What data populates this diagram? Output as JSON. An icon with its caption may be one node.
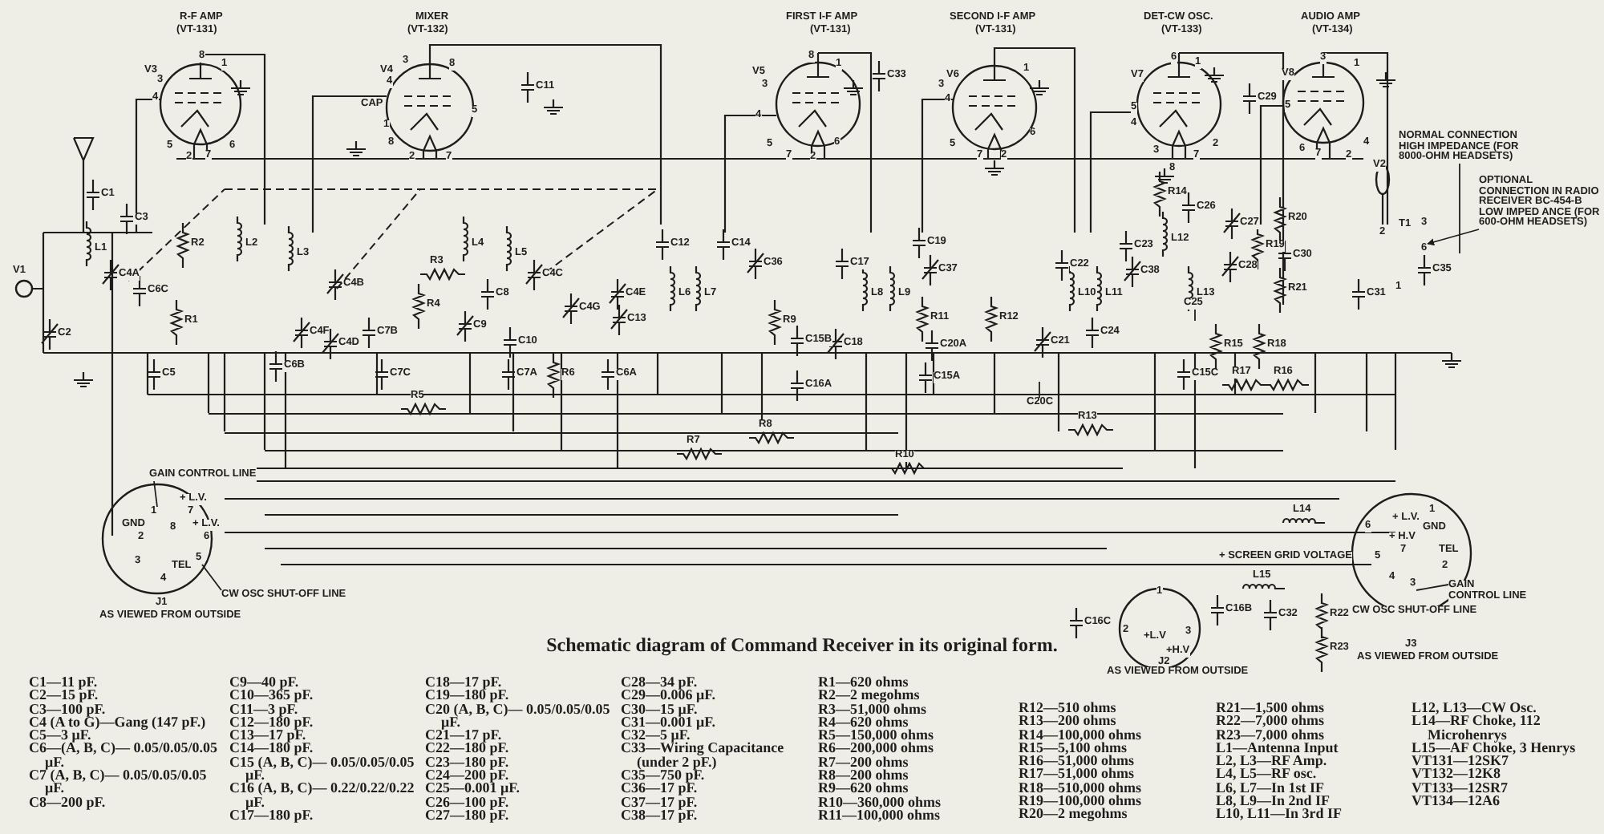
{
  "diagram": {
    "caption": "Schematic diagram of Command Receiver in its original form.",
    "nodes": [
      {
        "text": [
          "NORMAL CONNECTION HIGH IMPEDANCE (FOR 8000-OHM HEADSETS)"
        ]
      },
      {
        "text": [
          "OPTIONAL CONNECTION IN RADIO RECEIVER BC-454-B LOW IMPED ANCE (FOR 600-OHM HEADSETS)"
        ]
      },
      {
        "text": [
          "C25"
        ]
      },
      {
        "text": [
          "C20C"
        ]
      },
      {
        "text": [
          "GAIN CONTROL LINE"
        ]
      },
      {
        "text": [
          "CW OSC SHUT-OFF LINE"
        ]
      },
      {
        "text": [
          "GAIN CONTROL LINE"
        ]
      },
      {
        "text": [
          "6"
        ]
      },
      {
        "text": [
          "1"
        ]
      },
      {
        "text": [
          "5"
        ]
      },
      {
        "text": [
          "3"
        ]
      }
    ],
    "edges": [
      {
        "from": 0,
        "to": null,
        "arrow": "none"
      },
      {
        "from": 1,
        "to": 7,
        "arrow": "to"
      },
      {
        "from": 2,
        "to": null,
        "arrow": "none"
      },
      {
        "from": 3,
        "to": null,
        "arrow": "none"
      },
      {
        "from": 4,
        "to": 8,
        "arrow": "none"
      },
      {
        "from": 5,
        "to": 9,
        "arrow": "none"
      },
      {
        "from": 6,
        "to": 10,
        "arrow": "none"
      }
    ],
    "labels": [
      "R-F AMP",
      "(VT-131)",
      "MIXER",
      "(VT-132)",
      "FIRST I-F AMP",
      "(VT-131)",
      "SECOND I-F AMP",
      "(VT-131)",
      "DET-CW OSC.",
      "(VT-133)",
      "AUDIO AMP",
      "(VT-134)",
      "V3",
      "8",
      "1",
      "3",
      "4",
      "5",
      "2",
      "7",
      "6",
      "V4",
      "3",
      "8",
      "4",
      "CAP",
      "1",
      "5",
      "8",
      "2",
      "7",
      "C11",
      "V5",
      "8",
      "1",
      "3",
      "4",
      "5",
      "7",
      "2",
      "6",
      "C33",
      "V6",
      "3",
      "1",
      "4",
      "5",
      "7",
      "2",
      "6",
      "V7",
      "6",
      "1",
      "5",
      "4",
      "3",
      "7",
      "2",
      "8",
      "V8",
      "3",
      "1",
      "C29",
      "5",
      "6",
      "7",
      "2",
      "4",
      "V1",
      "C1",
      "C3",
      "L1",
      "C4A",
      "C6C",
      "R2",
      "R1",
      "C2",
      "C5",
      "L2",
      "L3",
      "C4B",
      "C6B",
      "C4F",
      "C4D",
      "C7B",
      "C7C",
      "R3",
      "R4",
      "L4",
      "L5",
      "C8",
      "C9",
      "C10",
      "C7A",
      "R6",
      "R5",
      "C4C",
      "C4G",
      "C4E",
      "C13",
      "C6A",
      "C12",
      "C14",
      "L6",
      "L7",
      "C36",
      "R9",
      "R7",
      "R8",
      "C17",
      "L8",
      "L9",
      "C19",
      "C37",
      "R11",
      "R12",
      "C15B",
      "C18",
      "C16A",
      "C20A",
      "C15A",
      "C21",
      "C22",
      "L10",
      "L11",
      "C23",
      "C38",
      "C24",
      "L12",
      "L13",
      "R14",
      "C26",
      "C27",
      "C28",
      "R19",
      "R15",
      "R18",
      "C15C",
      "R17",
      "R16",
      "R13",
      "R10",
      "R20",
      "C30",
      "R21",
      "V2",
      "T1",
      "2",
      "1",
      "C31",
      "3",
      "C35",
      "+ L.V.",
      "7",
      "GND",
      "2",
      "8",
      "+ L.V.",
      "6",
      "3",
      "TEL",
      "4",
      "J1",
      "AS VIEWED FROM OUTSIDE",
      "1",
      "C16C",
      "2",
      "+L.V",
      "3",
      "+H.V",
      "J2",
      "AS VIEWED FROM OUTSIDE",
      "L14",
      "+ L.V.",
      "6",
      "1",
      "GND",
      "+ H.V",
      "7",
      "TEL",
      "2",
      "+ SCREEN GRID VOLTAGE",
      "5",
      "L15",
      "4",
      "C16B",
      "C32",
      "R22",
      "CW OSC SHUT-OFF LINE",
      "R23",
      "J3",
      "AS VIEWED FROM OUTSIDE",
      "C1—11 pF.",
      "C2—15 pF.",
      "C3—100 pF.",
      "C4 (A to G)—Gang (147 pF.)",
      "C5—3 μF.",
      "C6—(A, B, C)— 0.05/0.05/0.05 μF.",
      "C7 (A, B, C)— 0.05/0.05/0.05 μF.",
      "C8—200 pF.",
      "C9—40 pF.",
      "C10—365 pF.",
      "C11—3 pF.",
      "C12—180 pF.",
      "C13—17 pF.",
      "C14—180 pF.",
      "C15 (A, B, C)— 0.05/0.05/0.05 μF.",
      "C16 (A, B, C)— 0.22/0.22/0.22 μF.",
      "C17—180 pF.",
      "C18—17 pF.",
      "C19—180 pF.",
      "C20 (A, B, C)— 0.05/0.05/0.05 μF.",
      "C21—17 pF.",
      "C22—180 pF.",
      "C23—180 pF.",
      "C24—200 pF.",
      "C25—0.001 μF.",
      "C26—100 pF.",
      "C27—180 pF.",
      "C28—34 pF.",
      "C29—0.006 μF.",
      "C30—15 μF.",
      "C31—0.001 μF.",
      "C32—5 μF.",
      "C33—Wiring Capacitance (under 2 pF.)",
      "C35—750 pF.",
      "C36—17 pF.",
      "C37—17 pF.",
      "C38—17 pF.",
      "R1—620 ohms",
      "R2—2 megohms",
      "R3—51,000 ohms",
      "R4—620 ohms",
      "R5—150,000 ohms",
      "R6—200,000 ohms",
      "R7—200 ohms",
      "R8—200 ohms",
      "R9—620 ohms",
      "R10—360,000 ohms",
      "R11—100,000 ohms",
      "R12—510 ohms",
      "R13—200 ohms",
      "R14—100,000 ohms",
      "R15—5,100 ohms",
      "R16—51,000 ohms",
      "R17—51,000 ohms",
      "R18—510,000 ohms",
      "R19—100,000 ohms",
      "R20—2 megohms",
      "R21—1,500 ohms",
      "R22—7,000 ohms",
      "R23—7,000 ohms",
      "L1—Antenna Input",
      "L2, L3—RF Amp.",
      "L4, L5—RF osc.",
      "L6, L7—In 1st IF",
      "L8, L9—In 2nd IF",
      "L10, L11—In 3rd IF",
      "L12, L13—CW Osc.",
      "L14—RF Choke, 112 Microhenrys",
      "L15—AF Choke, 3 Henrys",
      "VT131—12SK7",
      "VT132—12K8",
      "VT133—12SR7",
      "VT134—12A6"
    ]
  }
}
